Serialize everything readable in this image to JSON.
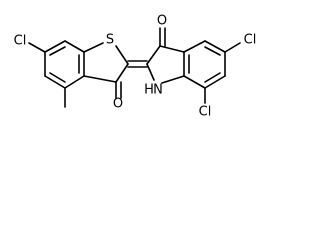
{
  "structure": {
    "atoms": {
      "cl_benzothiophene": "Cl",
      "sulfur": "S",
      "oxygen_benzothiophene": "O",
      "methyl_group": "CH3",
      "oxygen_indole": "O",
      "cl_indole_upper": "Cl",
      "nitrogen_hydrogen": "NH",
      "cl_indole_lower": "Cl"
    },
    "labels": {
      "cl_benzothiophene": "Cl",
      "sulfur": "S",
      "oxygen_benzothiophene": "O",
      "oxygen_indole": "O",
      "cl_indole_upper": "Cl",
      "nitrogen_hydrogen": "H",
      "nitrogen_letter": "N",
      "cl_indole_lower": "Cl"
    }
  }
}
